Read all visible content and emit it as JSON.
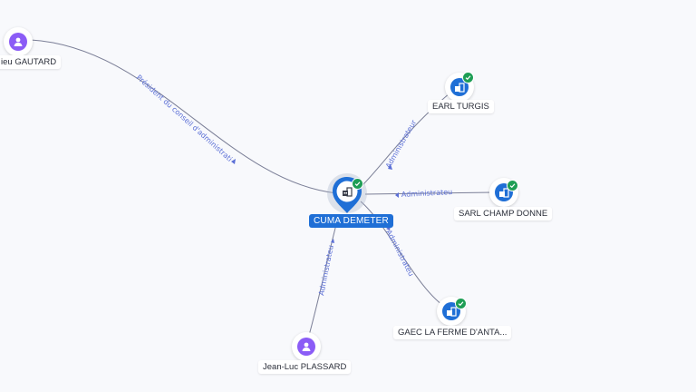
{
  "nodes": {
    "center": {
      "label": "CUMA DEMETER",
      "icon": "building-icon",
      "verified": true
    },
    "gautard": {
      "label": "ieu GAUTARD",
      "icon": "person-icon"
    },
    "earl_turgis": {
      "label": "EARL TURGIS",
      "icon": "building-icon",
      "verified": true
    },
    "sarl_champ_donne": {
      "label": "SARL CHAMP DONNE",
      "icon": "building-icon",
      "verified": true
    },
    "gaec": {
      "label": "GAEC LA FERME D'ANTA...",
      "icon": "building-icon",
      "verified": true
    },
    "plassard": {
      "label": "Jean-Luc PLASSARD",
      "icon": "person-icon"
    }
  },
  "edges": [
    {
      "from": "gautard",
      "to": "center",
      "label": "Président du conseil d'administration"
    },
    {
      "from": "earl_turgis",
      "to": "center",
      "label": "Administrateur"
    },
    {
      "from": "sarl_champ_donne",
      "to": "center",
      "label": "Administrateur"
    },
    {
      "from": "gaec",
      "to": "center",
      "label": "Administrateur"
    },
    {
      "from": "plassard",
      "to": "center",
      "label": "Administrateur"
    }
  ],
  "colors": {
    "company": "#1f6fd6",
    "person": "#8b5cf6",
    "verified": "#1e9e55",
    "edge": "#7b7f97",
    "edge_label": "#5b6fd6"
  }
}
